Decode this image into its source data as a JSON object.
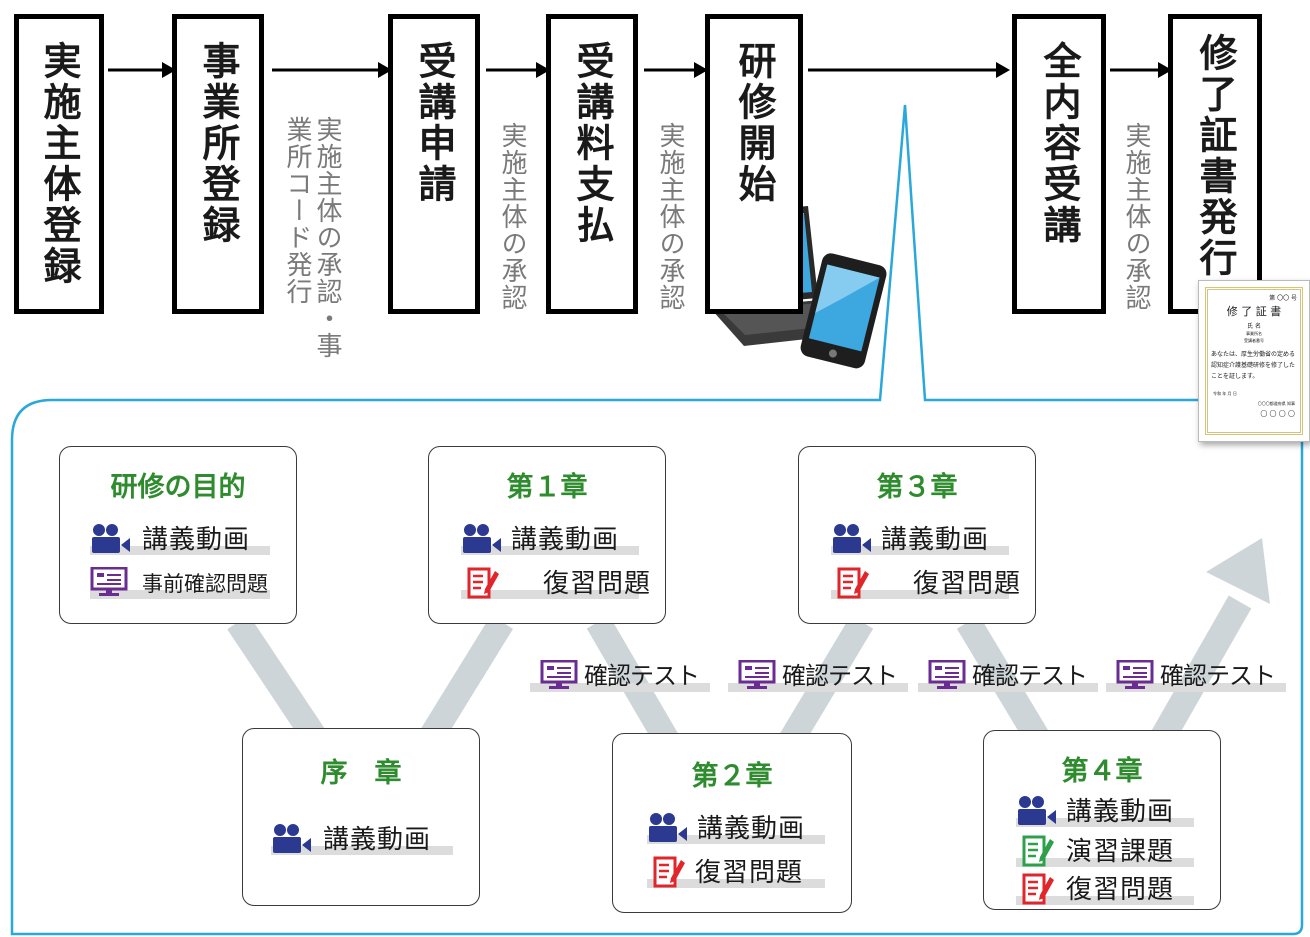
{
  "flow": {
    "steps": [
      {
        "id": "s1",
        "label": "実施主体登録"
      },
      {
        "id": "s2",
        "label": "事業所登録"
      },
      {
        "id": "s3",
        "label": "受講申請"
      },
      {
        "id": "s4",
        "label": "受講料支払"
      },
      {
        "id": "s5",
        "label": "研修開始"
      },
      {
        "id": "s6",
        "label": "全内容受講"
      },
      {
        "id": "s7",
        "label": "修了証書発行"
      }
    ],
    "notes": {
      "n2_line1": "実施主体の承認",
      "n2_line2": "・事業所コード発行",
      "n3": "実施主体の承認",
      "n4": "実施主体の承認",
      "n6": "実施主体の承認"
    }
  },
  "certificate": {
    "title": "修 了 証 書",
    "number": "第 〇〇 号",
    "name": "氏 名",
    "line_a": "事業所名",
    "line_b": "受講者番号",
    "body": "あなたは、厚生労働省の定める 認知症介護基礎研修を修了した ことを証します。",
    "date": "令和 年 月 日",
    "issuer": "〇〇〇都道府県 知事",
    "seal": "〇 〇 〇 〇"
  },
  "modules": {
    "purpose": {
      "title": "研修の目的",
      "item1": "講義動画",
      "item2": "事前確認問題"
    },
    "prologue": {
      "title": "序　章",
      "item1": "講義動画"
    },
    "ch1": {
      "title": "第１章",
      "item1": "講義動画",
      "item2": "復習問題"
    },
    "ch2": {
      "title": "第２章",
      "item1": "講義動画",
      "item2": "復習問題"
    },
    "ch3": {
      "title": "第３章",
      "item1": "講義動画",
      "item2": "復習問題"
    },
    "ch4": {
      "title": "第４章",
      "item1": "講義動画",
      "item2": "演習課題",
      "item3": "復習問題"
    }
  },
  "tests": [
    "確認テスト",
    "確認テスト",
    "確認テスト",
    "確認テスト"
  ],
  "colors": {
    "title_green": "#2e8b2e",
    "camera_blue": "#2b3990",
    "monitor_purple": "#6a2c91",
    "review_red": "#e0262b",
    "exercise_green": "#2ca04a",
    "bracket_blue": "#29a8d9",
    "path_gray": "#cdd5d9"
  }
}
